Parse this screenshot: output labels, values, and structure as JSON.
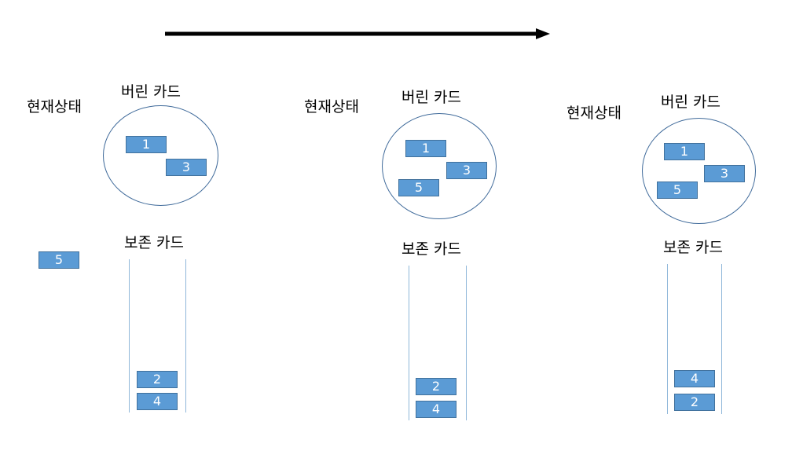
{
  "labels": {
    "current_state": "현재상태",
    "discarded": "버린 카드",
    "kept": "보존 카드"
  },
  "colors": {
    "card_fill": "#5b9bd5",
    "card_border": "#41719c",
    "circle_border": "#3f6a9a",
    "stack_line": "#8fb7d9",
    "arrow": "#000000"
  },
  "panels": [
    {
      "discarded_cards": [
        "1",
        "3"
      ],
      "outside_card": "5",
      "kept_cards": [
        "2",
        "4"
      ]
    },
    {
      "discarded_cards": [
        "1",
        "3",
        "5"
      ],
      "kept_cards": [
        "2",
        "4"
      ]
    },
    {
      "discarded_cards": [
        "1",
        "3",
        "5"
      ],
      "kept_cards": [
        "4",
        "2"
      ]
    }
  ]
}
